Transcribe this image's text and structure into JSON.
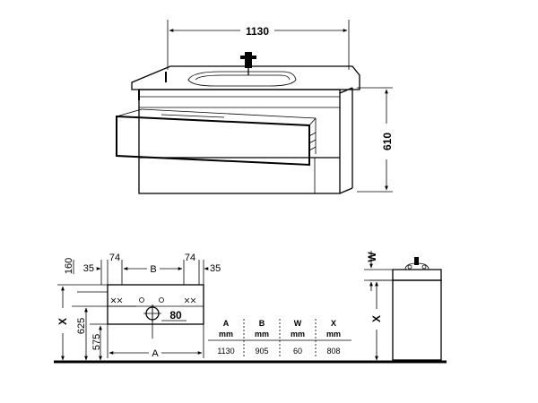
{
  "front_view": {
    "width_label": "1130",
    "height_label": "610"
  },
  "plan_view": {
    "dim_160": "160",
    "dim_35_left": "35",
    "dim_74_left": "74",
    "dim_B": "B",
    "dim_74_right": "74",
    "dim_35_right": "35",
    "dim_X": "X",
    "dim_625": "625",
    "dim_575": "575",
    "dim_80": "80",
    "dim_A": "A"
  },
  "side_view": {
    "dim_W": "W",
    "dim_X": "X"
  },
  "dimension_table": {
    "headers": [
      "A",
      "B",
      "W",
      "X"
    ],
    "units": [
      "mm",
      "mm",
      "mm",
      "mm"
    ],
    "values": [
      "1130",
      "905",
      "60",
      "808"
    ]
  }
}
